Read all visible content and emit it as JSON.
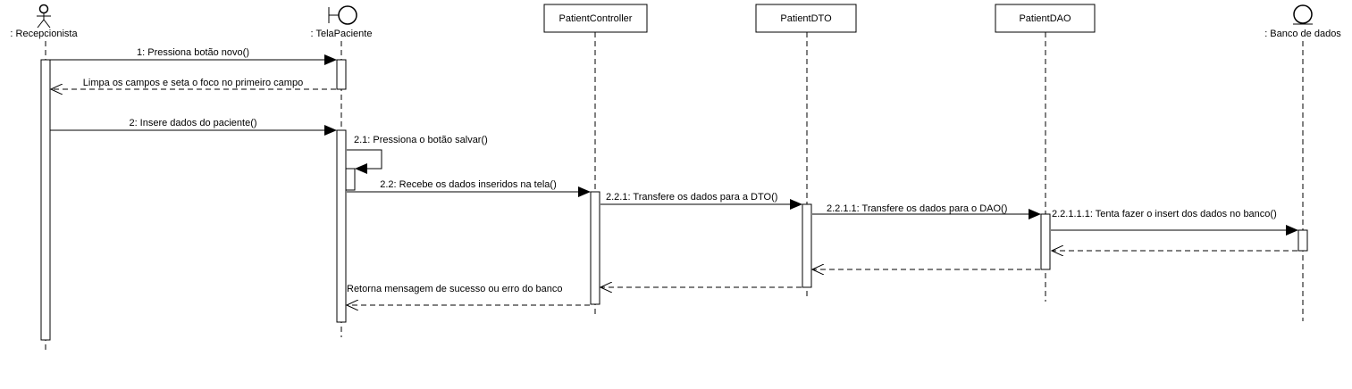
{
  "lifelines": {
    "recepcionista": ": Recepcionista",
    "tela": ": TelaPaciente",
    "controller": "PatientController",
    "dto": "PatientDTO",
    "dao": "PatientDAO",
    "banco": ": Banco de dados"
  },
  "messages": {
    "m1": "1: Pressiona botão novo()",
    "m1r": "Limpa os campos e seta o foco no primeiro campo",
    "m2": "2: Insere dados do paciente()",
    "m21": "2.1: Pressiona o botão salvar()",
    "m22": "2.2: Recebe os dados inseridos na tela()",
    "m221": "2.2.1: Transfere os dados para a DTO()",
    "m2211": "2.2.1.1: Transfere os dados para o DAO()",
    "m22111": "2.2.1.1.1: Tenta fazer o insert dos dados no banco()",
    "mret": "Retorna mensagem de sucesso ou erro do banco"
  }
}
